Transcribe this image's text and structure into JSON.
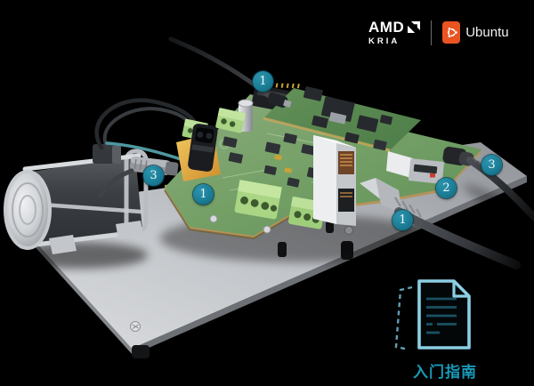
{
  "brand": {
    "amd": "AMD",
    "amd_sub": "KRIA",
    "ubuntu": "Ubuntu"
  },
  "callouts": [
    {
      "number": "1",
      "location": "usb-cable-top"
    },
    {
      "number": "3",
      "location": "motor-connector-left"
    },
    {
      "number": "1",
      "location": "board-front-left"
    },
    {
      "number": "1",
      "location": "ethernet-cable"
    },
    {
      "number": "2",
      "location": "usb-port-right"
    },
    {
      "number": "3",
      "location": "power-cable-right"
    }
  ],
  "guide": {
    "label": "入门指南"
  },
  "colors": {
    "background": "#000000",
    "callout_teal": "#1b7e97",
    "ubuntu_orange": "#e95420",
    "guide_cyan": "#189ab9",
    "board_green": "#6f9e63",
    "som_green": "#55854f",
    "plate_silver": "#c6c9cd"
  }
}
